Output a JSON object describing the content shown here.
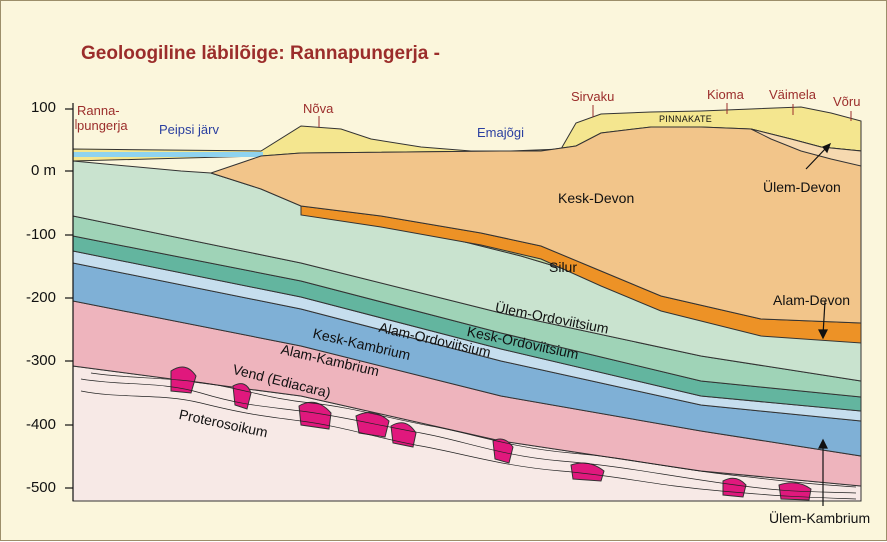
{
  "title": "Geoloogiline läbilõige: Rannapungerja -",
  "axis": {
    "ticks": [
      "100",
      "0 m",
      "-100",
      "-200",
      "-300",
      "-400",
      "-500"
    ]
  },
  "places": {
    "rannapungerja_1": "Ranna-",
    "rannapungerja_2": "pungerja",
    "nova": "Nõva",
    "sirvaku": "Sirvaku",
    "kioma": "Kioma",
    "vaimela": "Väimela",
    "voru": "Võru"
  },
  "water": {
    "peipsi": "Peipsi järv",
    "emajogi": "Emajõgi"
  },
  "layers": {
    "pinnakate": "PINNAKATE",
    "ulem_devon": "Ülem-Devon",
    "kesk_devon": "Kesk-Devon",
    "alam_devon": "Alam-Devon",
    "silur": "Silur",
    "ulem_ordoviitsium": "Ülem-Ordoviitsium",
    "kesk_ordoviitsium": "Kesk-Ordoviitsium",
    "alam_ordoviitsium": "Alam-Ordoviitsium",
    "kesk_kambrium": "Kesk-Kambrium",
    "alam_kambrium": "Alam-Kambrium",
    "vend": "Vend (Ediacara)",
    "proterosoikum": "Proterosoikum",
    "ulem_kambrium": "Ülem-Kambrium"
  },
  "colors": {
    "background": "#fbf6dc",
    "pinnakate": "#f4e68f",
    "devon_kesk": "#f2c58a",
    "devon_ulem": "#f6d9b0",
    "devon_alam": "#ed9226",
    "silur": "#c5dca2",
    "ordoviitsium": "#c9e3cf",
    "kambrium_alam": "#7fb0d6",
    "vend": "#eeb4bd",
    "proterosoikum": "#f7e9e6",
    "granite": "#e0187d",
    "title": "#9b2d2b",
    "water": "#2a3fa0"
  }
}
